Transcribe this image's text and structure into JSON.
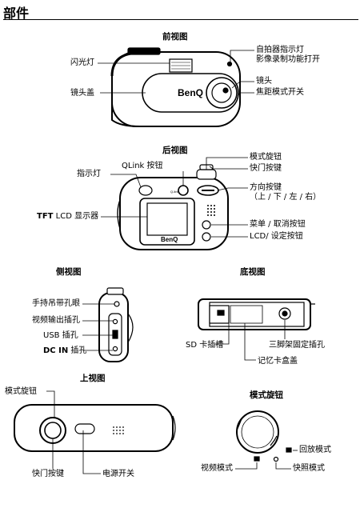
{
  "page": {
    "title": "部件"
  },
  "front": {
    "heading": "前视图",
    "flash": "闪光灯",
    "lens_cover": "镜头盖",
    "self_timer_1": "自拍器指示灯",
    "self_timer_2": "影像录制功能打开",
    "lens": "镜头",
    "focus_switch": "焦距模式开关",
    "brand": "BenQ"
  },
  "back": {
    "heading": "后视图",
    "qlink": "QLink 按钮",
    "indicator": "指示灯",
    "mode_dial": "模式旋钮",
    "shutter": "快门按键",
    "direction_1": "方向按键",
    "direction_2": "（上 / 下 / 左 / 右）",
    "tft_bold": "TFT",
    "tft_rest": " LCD 显示器",
    "menu": "菜单 / 取消按钮",
    "lcd_set": "LCD/ 设定按钮",
    "brand": "BenQ",
    "qlink_tiny": "Q-link"
  },
  "side": {
    "heading": "侧视图",
    "strap": "手持吊带孔眼",
    "video_out": "视频输出插孔",
    "usb_bold": "USB",
    "usb_rest": " 插孔",
    "dcin_bold": "DC IN",
    "dcin_rest": " 插孔"
  },
  "bottom": {
    "heading": "底视图",
    "sd_slot": "SD 卡插槽",
    "tripod": "三脚架固定插孔",
    "card_cover": "记忆卡盒盖"
  },
  "top": {
    "heading": "上视图",
    "mode_dial": "模式旋钮",
    "shutter": "快门按键",
    "power": "电源开关"
  },
  "dial": {
    "heading": "模式旋钮",
    "playback": "回放模式",
    "video": "视频模式",
    "photo": "快照模式"
  }
}
